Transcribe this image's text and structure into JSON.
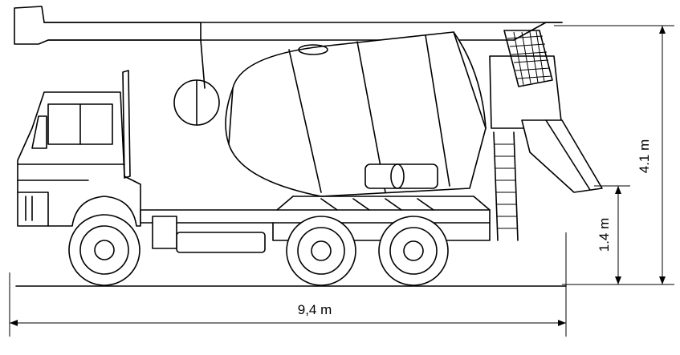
{
  "dimensions": {
    "overall_length": "9,4 m",
    "overall_height": "4.1 m",
    "discharge_height": "1.4 m"
  }
}
